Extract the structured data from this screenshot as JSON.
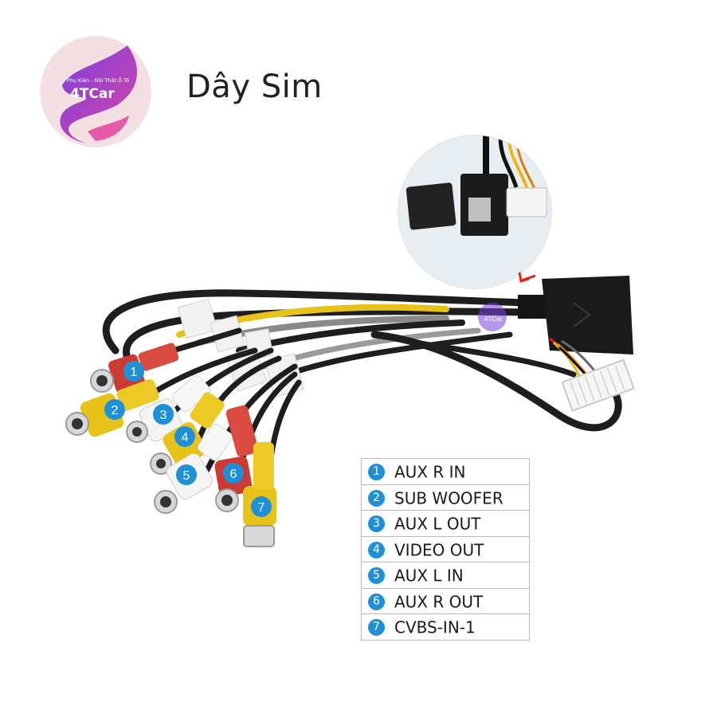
{
  "logo": {
    "subtitle": "Phụ Kiện - Nội Thất Ô Tô",
    "brand": "4TCar",
    "colors": [
      "#5b2fc9",
      "#e84aa8",
      "#f4dfe3"
    ]
  },
  "title": "Dây Sim",
  "watermark": "4TCar",
  "callouts": [
    {
      "number": "1",
      "color": "red"
    },
    {
      "number": "2",
      "color": "yellow"
    },
    {
      "number": "3",
      "color": "white"
    },
    {
      "number": "4",
      "color": "yellow"
    },
    {
      "number": "5",
      "color": "white"
    },
    {
      "number": "6",
      "color": "red"
    },
    {
      "number": "7",
      "color": "yellow"
    }
  ],
  "legend": [
    {
      "number": "1",
      "label": "AUX R IN"
    },
    {
      "number": "2",
      "label": "SUB WOOFER"
    },
    {
      "number": "3",
      "label": "AUX L OUT"
    },
    {
      "number": "4",
      "label": "VIDEO OUT"
    },
    {
      "number": "5",
      "label": "AUX L IN"
    },
    {
      "number": "6",
      "label": "AUX R OUT"
    },
    {
      "number": "7",
      "label": "CVBS-IN-1"
    }
  ],
  "accent_color": "#1f8fd8"
}
